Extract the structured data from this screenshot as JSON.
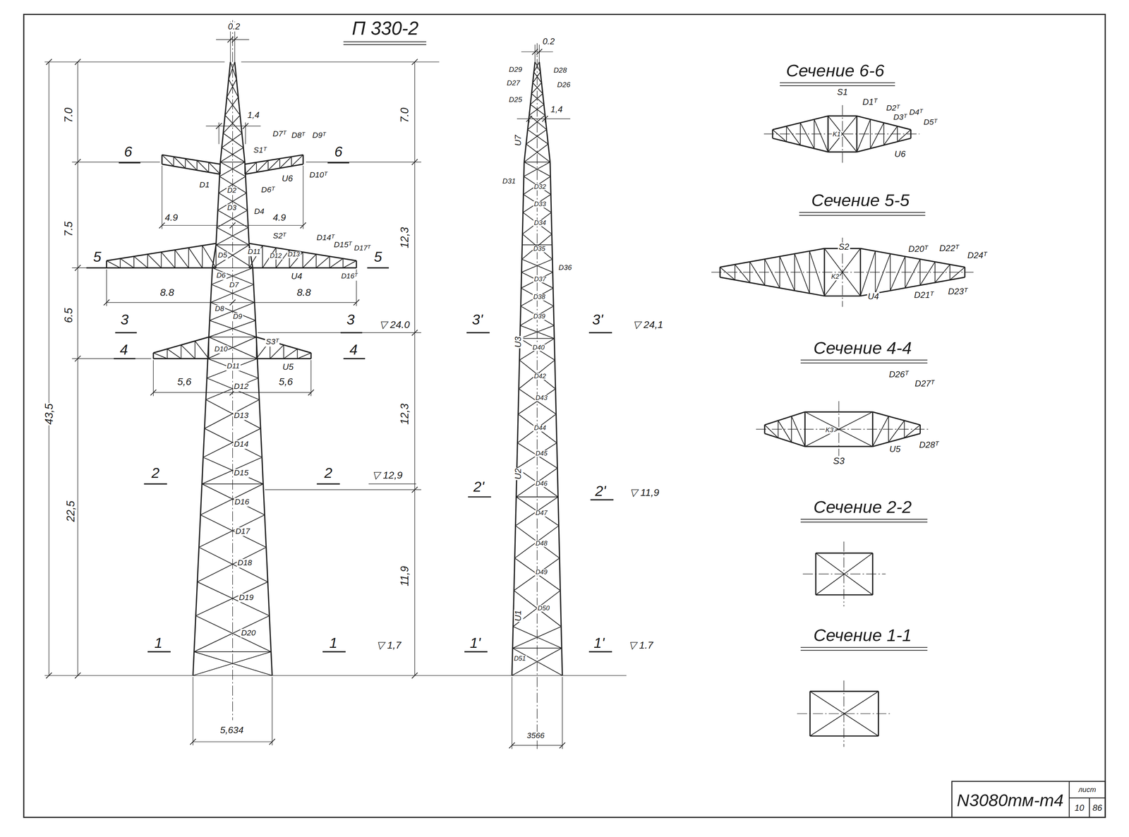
{
  "diagram": {
    "title": "П 330-2",
    "labels": [
      "0.2",
      "7.0",
      "7.0",
      "1,4",
      "D7ᵀ",
      "D8ᵀ",
      "D9ᵀ",
      "S1ᵀ",
      "6",
      "6",
      "D10ᵀ",
      "U6",
      "D1",
      "D2",
      "D6ᵀ",
      "D3",
      "D4",
      "4.9",
      "4.9",
      "7.5",
      "12,3",
      "S2ᵀ",
      "D14ᵀ",
      "D15ᵀ",
      "D17ᵀ",
      "D5",
      "D11",
      "D12",
      "D13",
      "5",
      "5",
      "U4",
      "D16ᵀ",
      "D6",
      "D7",
      "D8",
      "D9",
      "8.8",
      "8.8",
      "6.5",
      "3",
      "3",
      "▽ 24.0",
      "S3ᵀ",
      "D10",
      "4",
      "4",
      "U5",
      "D11",
      "5,6",
      "5,6",
      "D12",
      "12,3",
      "43,5",
      "D13",
      "D14",
      "D15",
      "2",
      "2",
      "▽ 12,9",
      "D16",
      "D17",
      "D18",
      "D19",
      "D20",
      "22,5",
      "11,9",
      "1",
      "1",
      "▽ 1,7",
      "5,634",
      "0.2",
      "D29",
      "D28",
      "D27",
      "D26",
      "D25",
      "1,4",
      "U7",
      "D31",
      "D36",
      "U3",
      "3'",
      "3'",
      "▽ 24,1",
      "U2",
      "2'",
      "2'",
      "▽ 11,9",
      "U1",
      "1'",
      "1'",
      "▽ 1.7",
      "3566",
      "D32",
      "D33",
      "D34",
      "D35",
      "D37",
      "D38",
      "D39",
      "D40",
      "D42",
      "D43",
      "D44",
      "D45",
      "D46",
      "D47",
      "D48",
      "D49",
      "D50",
      "D51",
      "Сечение 6-6",
      "S1",
      "D1ᵀ",
      "D2ᵀ",
      "D3ᵀ",
      "D4ᵀ",
      "D5ᵀ",
      "K1",
      "U6",
      "Сечение 5-5",
      "S2",
      "D20ᵀ",
      "D22ᵀ",
      "D24ᵀ",
      "K2",
      "U4",
      "D21ᵀ",
      "D23ᵀ",
      "Сечение 4-4",
      "D26ᵀ",
      "D27ᵀ",
      "K3",
      "D28ᵀ",
      "U5",
      "S3",
      "Сечение 2-2",
      "Сечение 1-1",
      "N3080тм-т4",
      "лист",
      "10",
      "86"
    ]
  }
}
